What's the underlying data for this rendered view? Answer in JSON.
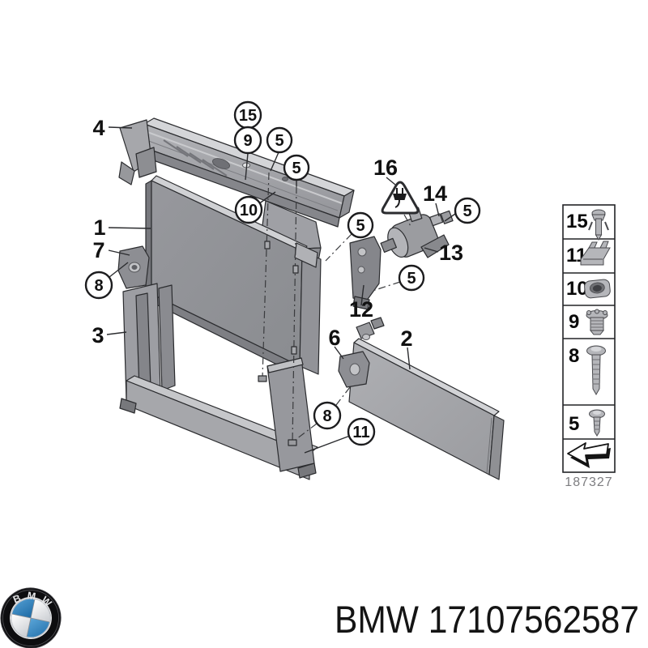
{
  "diagram": {
    "circled_callouts": [
      "15",
      "9",
      "5",
      "5",
      "10",
      "8",
      "5",
      "5",
      "5",
      "8",
      "11"
    ],
    "part_labels": [
      "4",
      "1",
      "7",
      "3",
      "16",
      "14",
      "13",
      "12",
      "6",
      "2"
    ],
    "warning_icon": "electrical-plug-warning-triangle",
    "parts": [
      "radiator-support-bar",
      "radiator",
      "mounting-bracket-left",
      "carrier-frame",
      "condenser",
      "auxiliary-bracket",
      "bracket-pump",
      "electric-pump",
      "connector",
      "warning-triangle"
    ]
  },
  "legend": {
    "items": [
      {
        "id": "15",
        "icon": "expansion-rivet-icon"
      },
      {
        "id": "11",
        "icon": "clip-nut-icon"
      },
      {
        "id": "10",
        "icon": "flange-nut-icon"
      },
      {
        "id": "9",
        "icon": "expanding-rivet-icon"
      },
      {
        "id": "8",
        "icon": "long-screw-icon"
      },
      {
        "id": "5",
        "icon": "short-screw-icon"
      }
    ],
    "direction_icon": "block-arrow-down-left",
    "drawing_number": "187327"
  },
  "footer": {
    "logo_letters": "BMW",
    "part_text": "BMW 17107562587"
  },
  "colors": {
    "background": "#ffffff",
    "line": "#2b2c2f",
    "part_gray": "#8e9094",
    "part_light": "#c8c9cc",
    "part_mid": "#a8a9ad",
    "bmw_blue": "#2f7cb8",
    "drawing_number_gray": "#7d7d80"
  }
}
